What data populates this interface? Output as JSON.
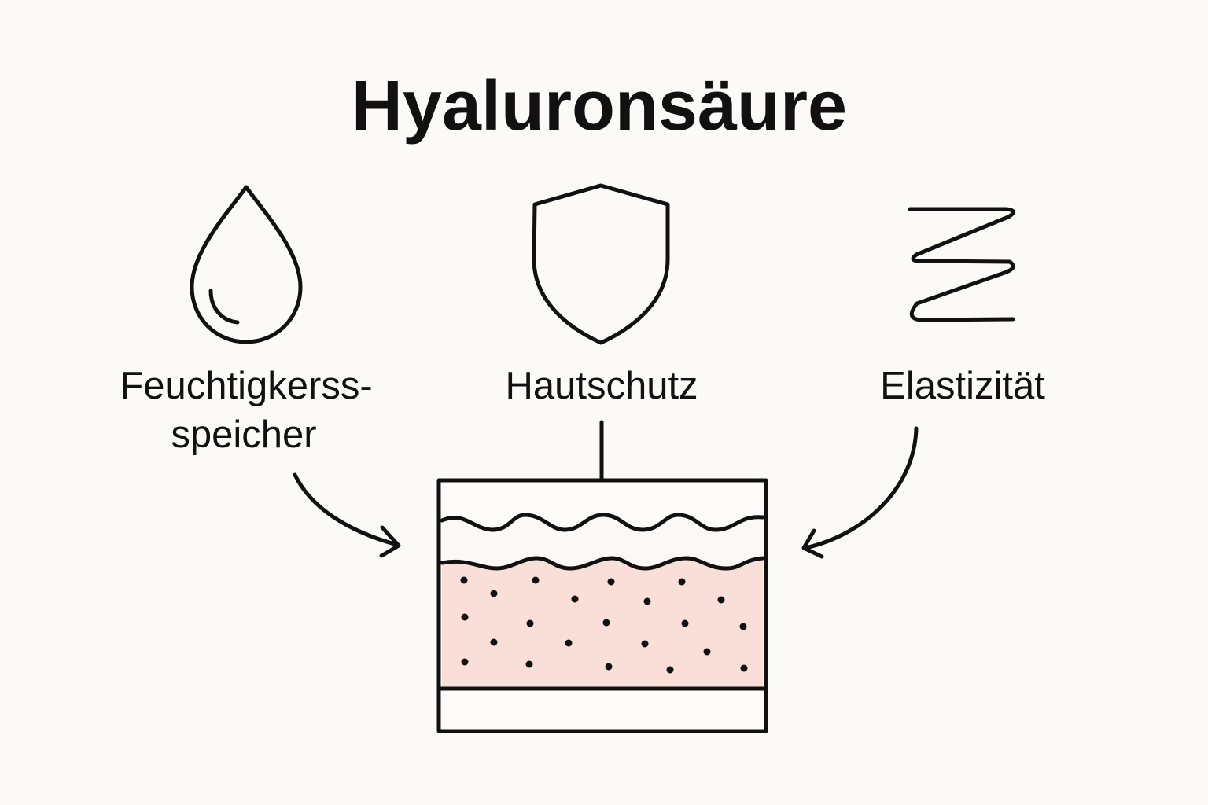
{
  "title": "Hyaluronsäure",
  "features": [
    {
      "icon": "water-drop-icon",
      "label_lines": [
        "Feuchtigkerss-",
        "speicher"
      ]
    },
    {
      "icon": "shield-icon",
      "label_lines": [
        "Hautschutz"
      ]
    },
    {
      "icon": "spring-icon",
      "label_lines": [
        "Elastizität"
      ]
    }
  ],
  "colors": {
    "background": "#fbfaf7",
    "stroke": "#111111",
    "dermis": "#fadfd9",
    "epidermis": "#fcf8f5"
  }
}
